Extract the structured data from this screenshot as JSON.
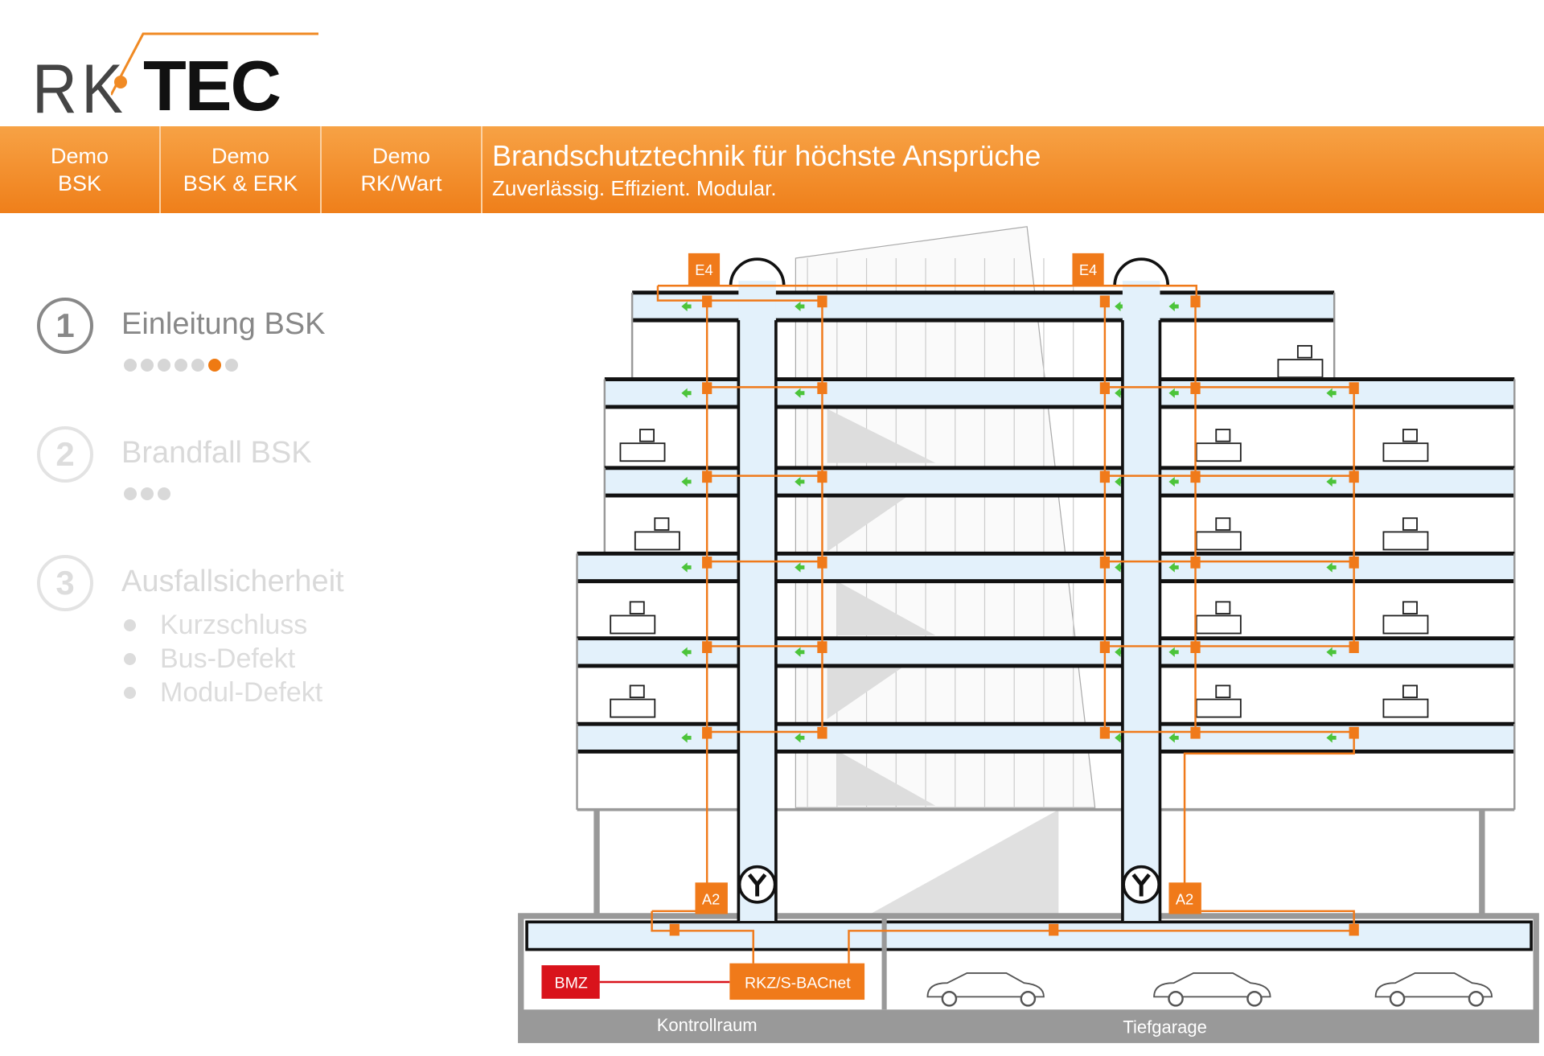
{
  "logo": {
    "part1": "RK",
    "part2": "TEC"
  },
  "nav": {
    "items": [
      {
        "line1": "Demo",
        "line2": "BSK"
      },
      {
        "line1": "Demo",
        "line2": "BSK & ERK"
      },
      {
        "line1": "Demo",
        "line2": "RK/Wart"
      }
    ],
    "tagline_title": "Brandschutztechnik für höchste Ansprüche",
    "tagline_sub": "Zuverlässig. Effizient. Modular."
  },
  "steps": [
    {
      "number": "1",
      "title": "Einleitung BSK",
      "dots": 7,
      "active_dot": 6,
      "active": true
    },
    {
      "number": "2",
      "title": "Brandfall BSK",
      "dots": 3,
      "active": false
    },
    {
      "number": "3",
      "title": "Ausfallsicherheit",
      "items": [
        "Kurzschluss",
        "Bus-Defekt",
        "Modul-Defekt"
      ],
      "active": false
    }
  ],
  "diagram": {
    "e4_label": "E4",
    "a2_label": "A2",
    "bmz_label": "BMZ",
    "rkz_label": "RKZ/S-BACnet",
    "room_control": "Kontrollraum",
    "room_garage": "Tiefgarage",
    "colors": {
      "orange": "#f07a1a",
      "red": "#d9131b",
      "duct": "#e3f1fb",
      "green": "#4cc43a"
    }
  }
}
